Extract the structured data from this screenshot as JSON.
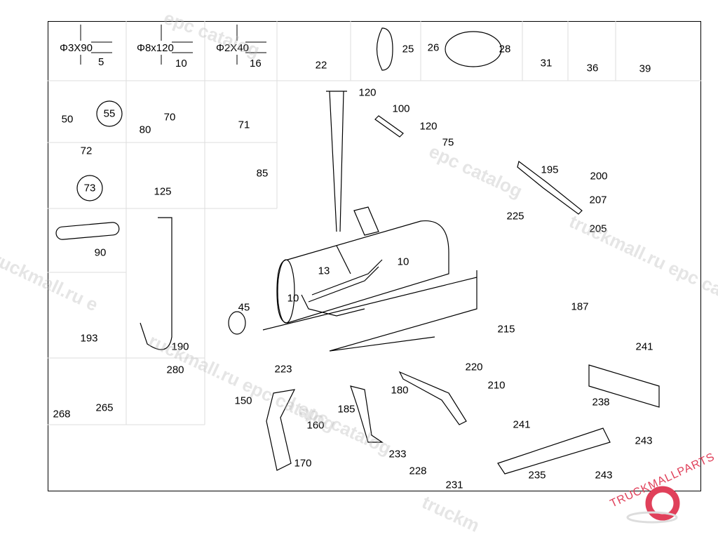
{
  "dimension_callouts": [
    {
      "text": "Φ3X90",
      "label": "5"
    },
    {
      "text": "Φ8x120",
      "label": "10"
    },
    {
      "text": "Φ2X40",
      "label": "16"
    }
  ],
  "part_labels": [
    "22",
    "25",
    "26",
    "28",
    "31",
    "36",
    "39",
    "50",
    "55",
    "80",
    "70",
    "71",
    "72",
    "73",
    "125",
    "85",
    "120",
    "100",
    "120",
    "75",
    "195",
    "200",
    "207",
    "205",
    "225",
    "90",
    "13",
    "10",
    "10",
    "45",
    "193",
    "190",
    "187",
    "215",
    "220",
    "210",
    "241",
    "223",
    "280",
    "150",
    "180",
    "185",
    "238",
    "268",
    "265",
    "160",
    "241",
    "243",
    "233",
    "228",
    "170",
    "235",
    "243",
    "231"
  ],
  "watermarks": [
    "epc catalog",
    "epc catalog",
    "truckmall.ru epc catalog",
    "truckmall.ru e",
    "ruckmall.ru epc catalog",
    "l epc catalog",
    "truckm"
  ],
  "logo": {
    "text": "TRUCKMALLPARTS",
    "color": "#e0405a"
  },
  "colors": {
    "line": "#000000",
    "grid": "#dddddd",
    "watermark": "#b4b4b4"
  }
}
